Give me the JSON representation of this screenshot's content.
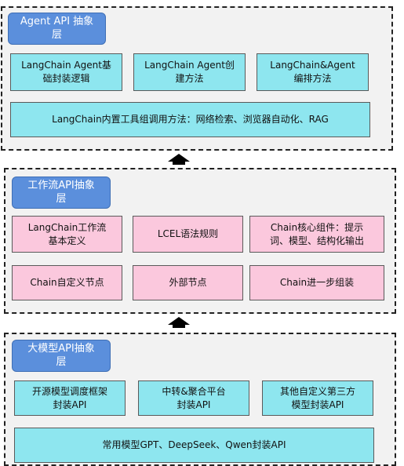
{
  "layers": {
    "agent": {
      "title": "Agent API 抽象\n层",
      "boxes": [
        "LangChain Agent基\n础封装逻辑",
        "LangChain Agent创\n建方法",
        "LangChain&Agent\n编排方法"
      ],
      "wide": "LangChain内置工具组调用方法：网络检索、浏览器自动化、RAG"
    },
    "workflow": {
      "title": "工作流API抽象\n层",
      "row1": [
        "LangChain工作流\n基本定义",
        "LCEL语法规则",
        "Chain核心组件：提示\n词、模型、结构化输出"
      ],
      "row2": [
        "Chain自定义节点",
        "外部节点",
        "Chain进一步组装"
      ]
    },
    "model": {
      "title": "大模型API抽象\n层",
      "boxes": [
        "开源模型调度框架\n封装API",
        "中转&聚合平台\n封装API",
        "其他自定义第三方\n模型封装API"
      ],
      "wide": "常用模型GPT、DeepSeek、Qwen封装API"
    }
  },
  "colors": {
    "cyan": "#8ee6ef",
    "pink": "#fbc8dd",
    "title_blue": "#5b8fdc"
  }
}
